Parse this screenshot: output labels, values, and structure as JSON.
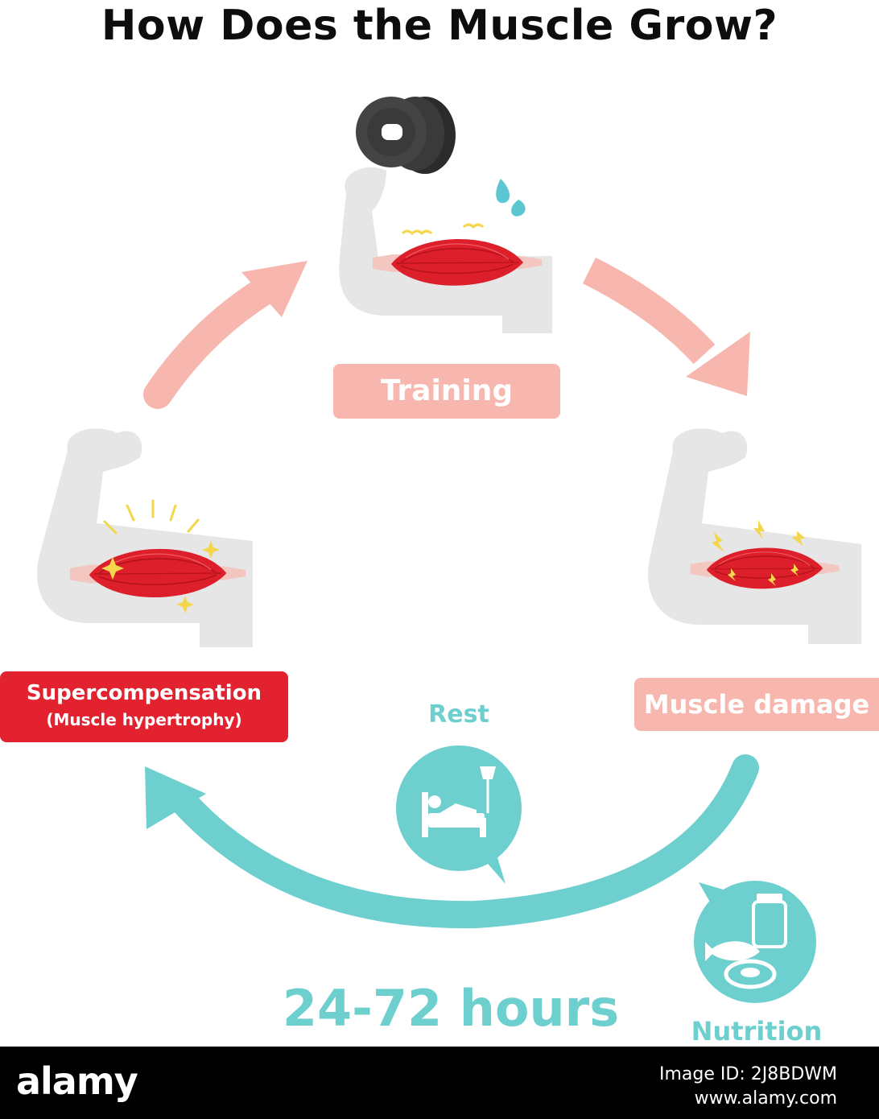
{
  "title": "How Does the Muscle Grow?",
  "stages": {
    "training": "Training",
    "damage": "Muscle damage",
    "supercompensation": "Supercompensation",
    "supercompensation_sub": "(Muscle hypertrophy)"
  },
  "recovery": {
    "rest": "Rest",
    "nutrition": "Nutrition",
    "duration": "24-72 hours"
  },
  "footer": {
    "brand": "alamy",
    "image_id": "Image ID: 2J8BDWM",
    "site": "www.alamy.com"
  },
  "colors": {
    "pink": "#f7b7ae",
    "red": "#e3222f",
    "teal": "#6ecfcf",
    "arm_gray": "#e6e6e6",
    "muscle": "#dc1f2a"
  },
  "icons": [
    "dumbbell-icon",
    "sweat-drops-icon",
    "sparkle-icon",
    "lightning-icon",
    "bed-icon",
    "food-icon"
  ]
}
